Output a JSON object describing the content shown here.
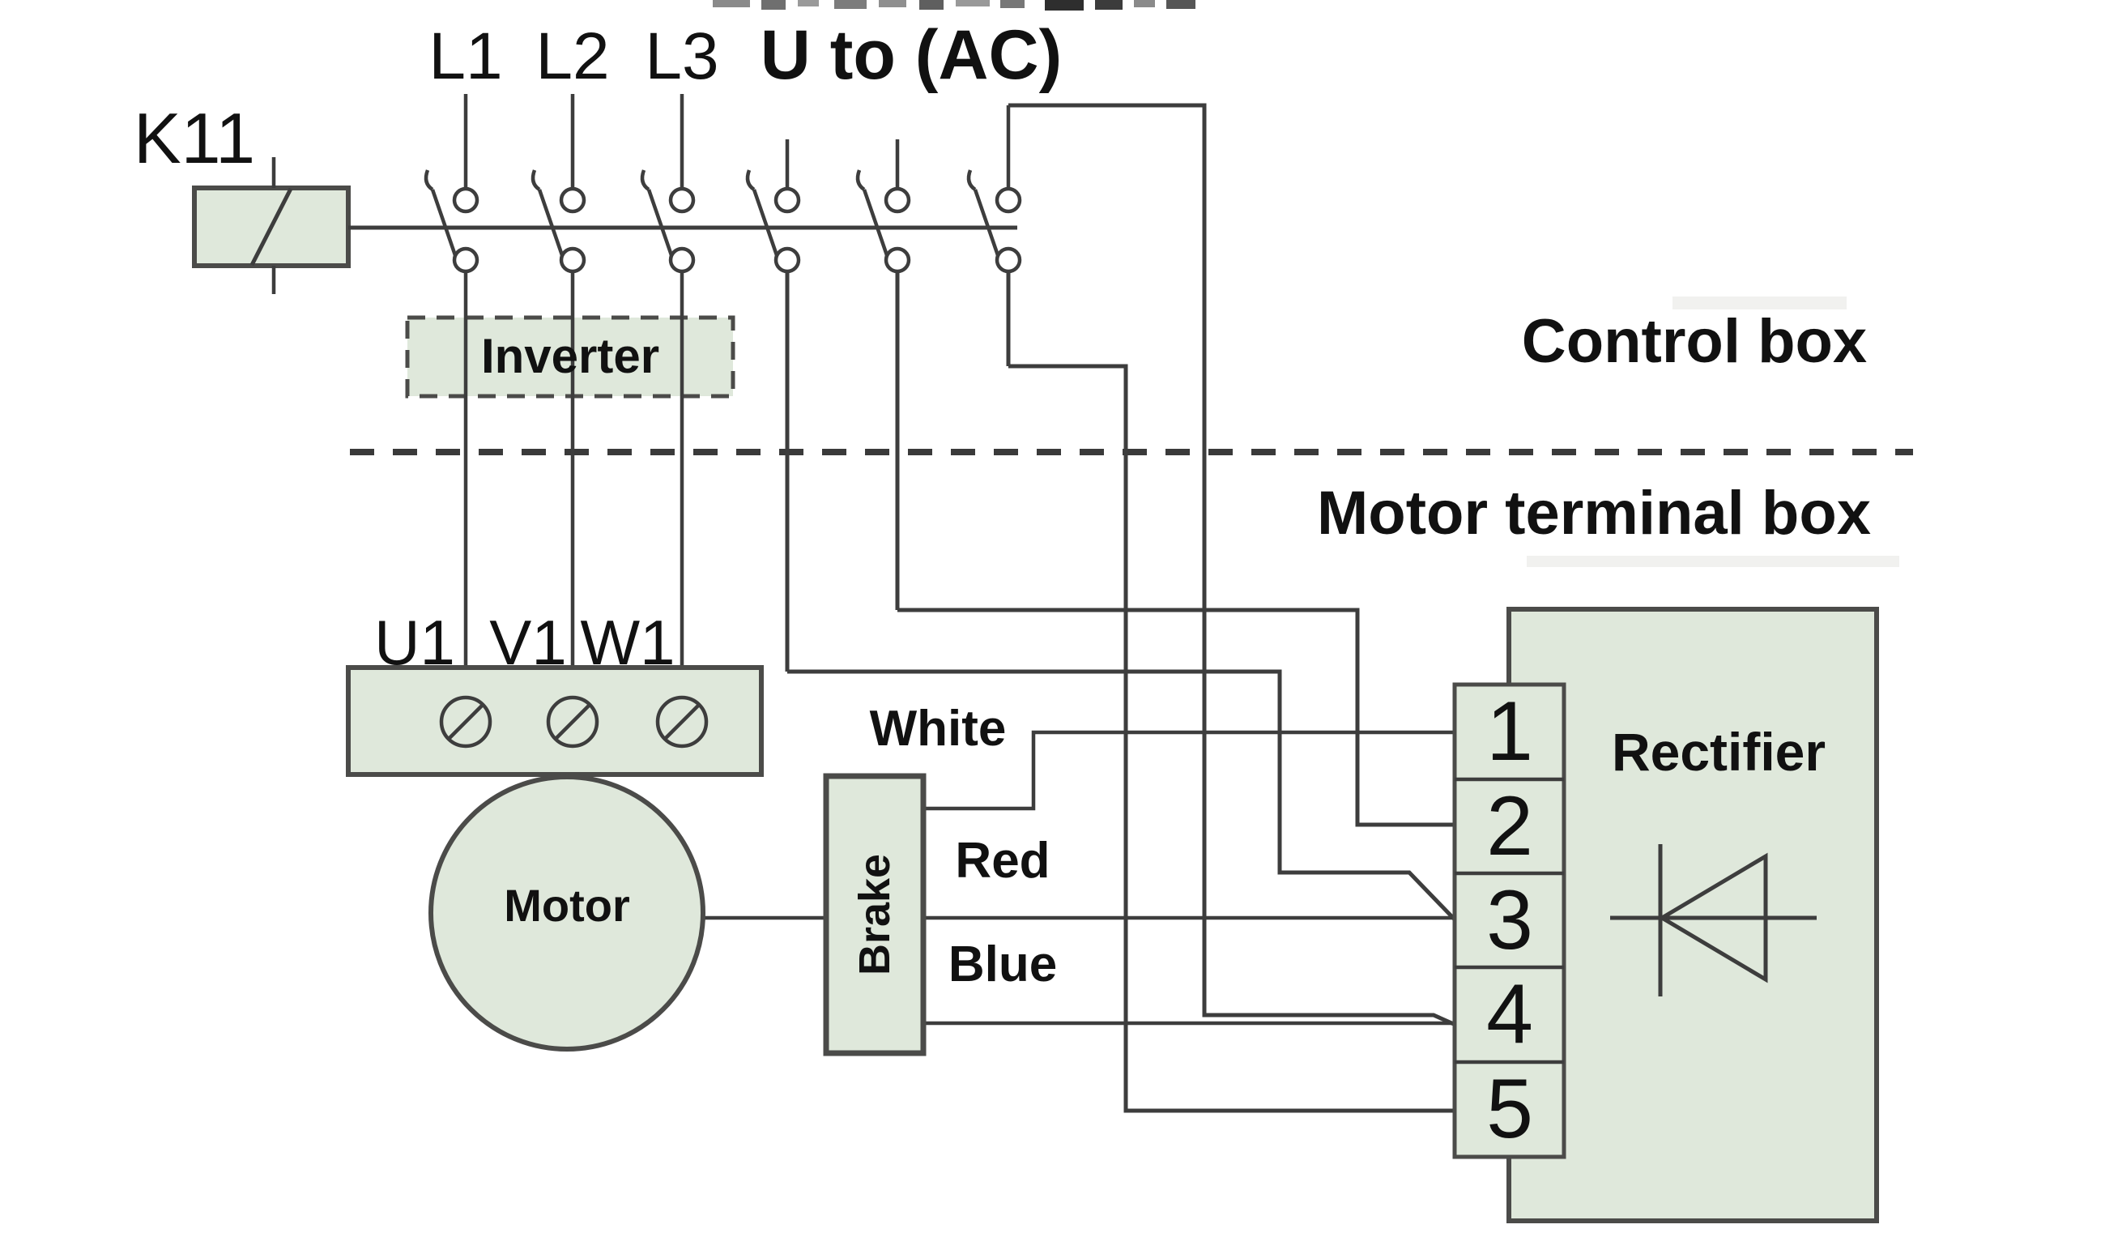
{
  "diagram": {
    "labels": {
      "contactor": "K11",
      "phase_lines": [
        "L1",
        "L2",
        "L3"
      ],
      "ac_supply": "U to (AC)",
      "inverter": "Inverter",
      "control_box": "Control box",
      "motor_terminal_box": "Motor terminal box",
      "motor_terminals": [
        "U1",
        "V1",
        "W1"
      ],
      "motor": "Motor",
      "brake": "Brake",
      "wire_colors": [
        "White",
        "Red",
        "Blue"
      ],
      "rectifier": "Rectifier",
      "rectifier_terminals": [
        "1",
        "2",
        "3",
        "4",
        "5"
      ]
    },
    "colors": {
      "component_fill": "#dfe8db",
      "component_border": "#4b4b49",
      "wire": "#3d3d3d",
      "text": "#111111",
      "background": "#ffffff"
    }
  }
}
